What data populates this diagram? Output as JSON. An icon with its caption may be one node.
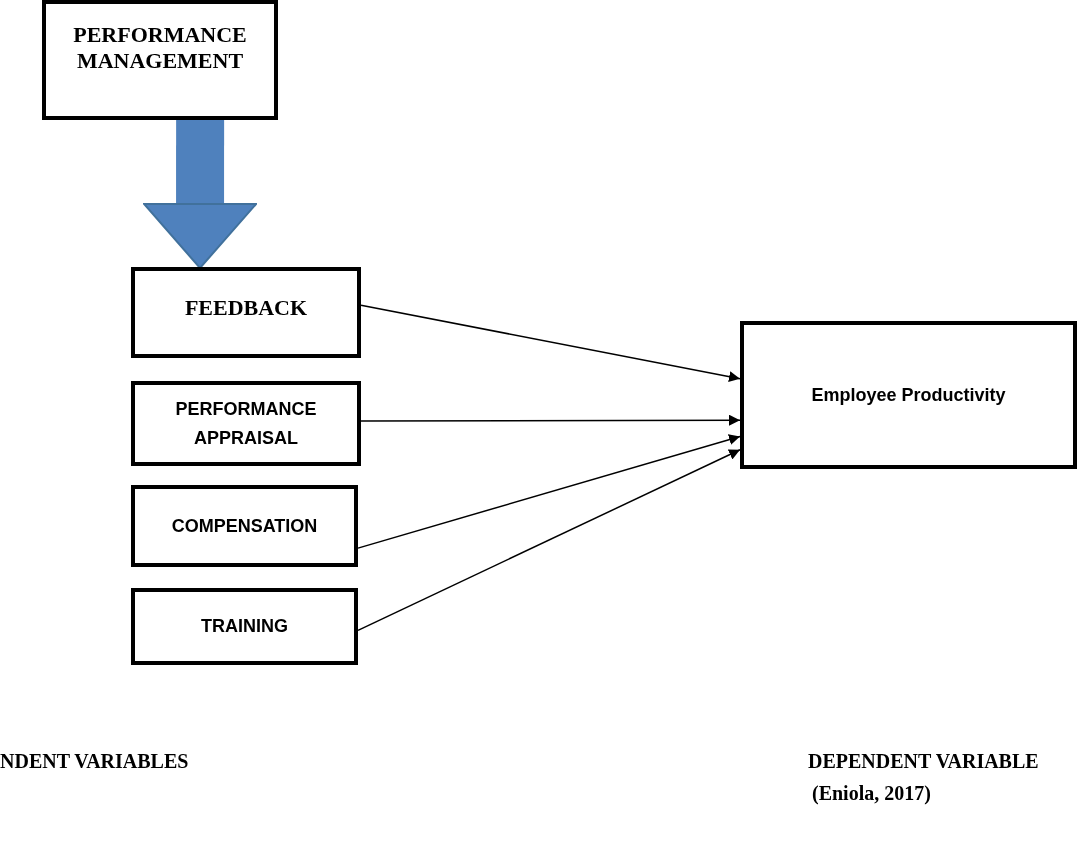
{
  "diagram": {
    "nodes": [
      {
        "text": [
          "PERFORMANCE MANAGEMENT"
        ]
      },
      {
        "text": [
          "FEEDBACK"
        ]
      },
      {
        "text": [
          "PERFORMANCE APPRAISAL"
        ]
      },
      {
        "text": [
          "COMPENSATION"
        ]
      },
      {
        "text": [
          "TRAINING"
        ]
      },
      {
        "text": [
          "Employee Productivity"
        ]
      }
    ],
    "edges": [
      {
        "from": 0,
        "to": 1,
        "arrow": "to",
        "style": "thick",
        "color": "#4f81bd"
      },
      {
        "from": 1,
        "to": 5,
        "arrow": "to"
      },
      {
        "from": 2,
        "to": 5,
        "arrow": "to"
      },
      {
        "from": 3,
        "to": 5,
        "arrow": "to"
      },
      {
        "from": 4,
        "to": 5,
        "arrow": "to"
      }
    ],
    "labels": [
      "NDENT VARIABLES",
      "DEPENDENT VARIABLE",
      "(Eniola, 2017)"
    ]
  }
}
